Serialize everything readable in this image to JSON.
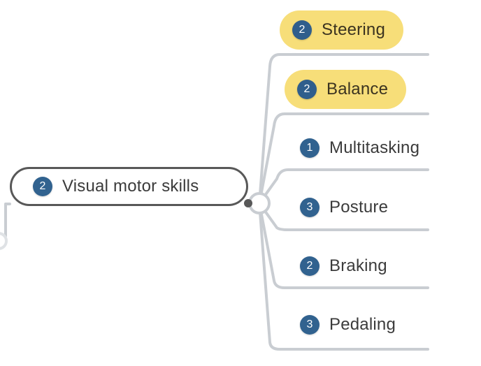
{
  "colors": {
    "background": "#ffffff",
    "badge_blue": "#31628f",
    "highlight_yellow": "#f7de79",
    "branch_line": "#c9cdd2",
    "central_border": "#585858",
    "text": "#3b3b3b"
  },
  "central": {
    "badge": "2",
    "label": "Visual motor skills",
    "highlighted": false
  },
  "branches": [
    {
      "badge": "2",
      "label": "Steering",
      "highlighted": true
    },
    {
      "badge": "2",
      "label": "Balance",
      "highlighted": true
    },
    {
      "badge": "1",
      "label": "Multitasking",
      "highlighted": false
    },
    {
      "badge": "3",
      "label": "Posture",
      "highlighted": false
    },
    {
      "badge": "2",
      "label": "Braking",
      "highlighted": false
    },
    {
      "badge": "3",
      "label": "Pedaling",
      "highlighted": false
    }
  ]
}
